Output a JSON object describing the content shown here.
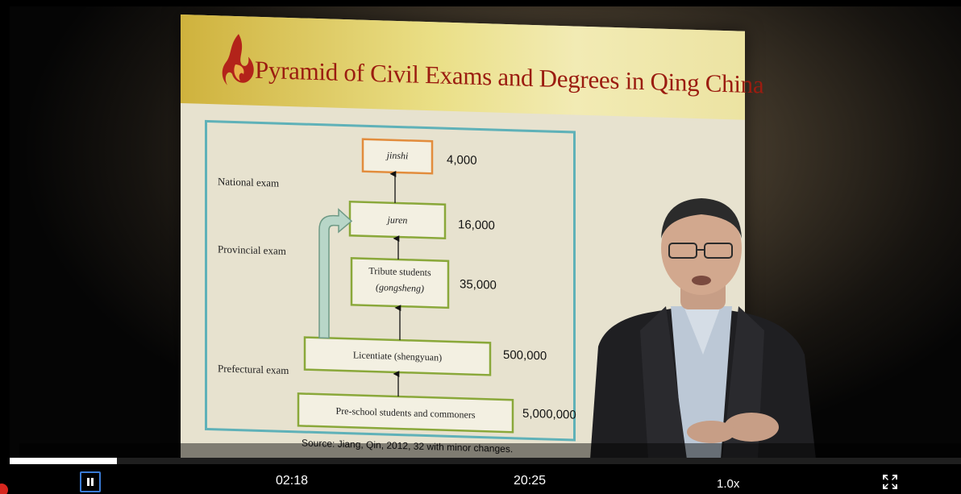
{
  "slide": {
    "title": "Pyramid of Civil Exams and Degrees in Qing China",
    "tiers": {
      "national": "National exam",
      "provincial": "Provincial exam",
      "prefectural": "Prefectural exam"
    },
    "levels": [
      {
        "label": "jinshi",
        "count": "4,000"
      },
      {
        "label": "juren",
        "count": "16,000"
      },
      {
        "label_line1": "Tribute students",
        "label_line2": "(gongsheng)",
        "count": "35,000"
      },
      {
        "label": "Licentiate (shengyuan)",
        "count": "500,000"
      },
      {
        "label": "Pre-school students and commoners",
        "count": "5,000,000"
      }
    ],
    "source": "Source: Jiang, Qin, 2012, 32 with minor changes."
  },
  "player": {
    "current_time": "02:18",
    "duration": "20:25",
    "progress_fraction": 0.113,
    "speed": "1.0x",
    "play_state": "playing"
  },
  "icons": {
    "play": "pause-icon",
    "fullscreen": "fullscreen-icon",
    "logo": "flame-logo-icon"
  },
  "colors": {
    "title": "#9b1c10",
    "frame": "#5fb1b8",
    "box_border": "#8aa83a",
    "top_box_border": "#e28c3c",
    "control_accent": "#3a7bd5"
  }
}
